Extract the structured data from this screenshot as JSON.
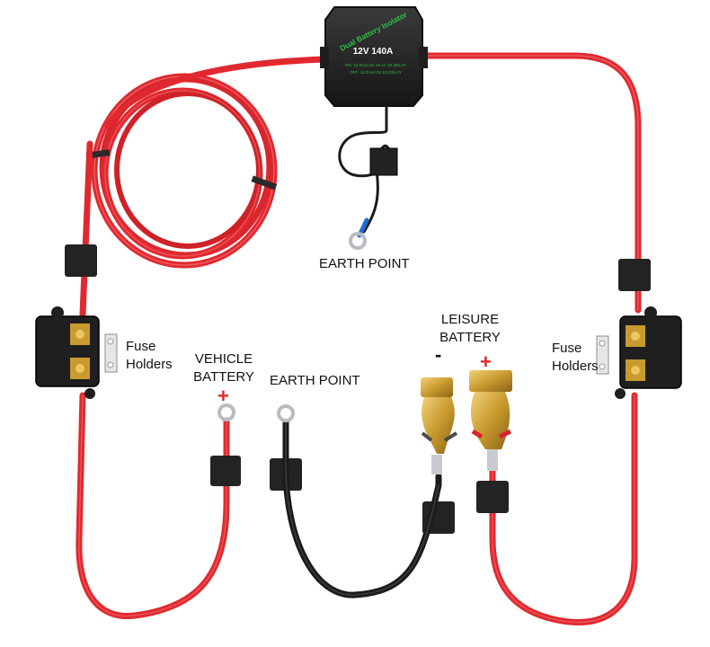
{
  "isolator": {
    "brand_text": "Dual Battery Isolator",
    "rating_text": "12V 140A",
    "spec_line_1": "ON: 13.3V±0.2V ±0.1V 1S DELAY",
    "spec_line_2": "OFF: 12.8V±0.2V 1S DELAY"
  },
  "labels": {
    "earth_point_top": "EARTH POINT",
    "earth_point_bottom": "EARTH POINT",
    "fuse_holders_left": [
      "Fuse",
      "Holders"
    ],
    "fuse_holders_right": [
      "Fuse",
      "Holders"
    ],
    "vehicle_battery": [
      "VEHICLE",
      "BATTERY"
    ],
    "leisure_battery": [
      "LEISURE",
      "BATTERY"
    ],
    "plus_sign": "+",
    "minus_sign": "-"
  },
  "colors": {
    "red_cable": "#e0292f",
    "red_cable_highlight": "#f26f73",
    "black_cable": "#1b1b1b",
    "isolator_body": "#262626",
    "isolator_text": "#2fbf4a",
    "brass": "#c99a2e",
    "plus": "#e3262b"
  }
}
